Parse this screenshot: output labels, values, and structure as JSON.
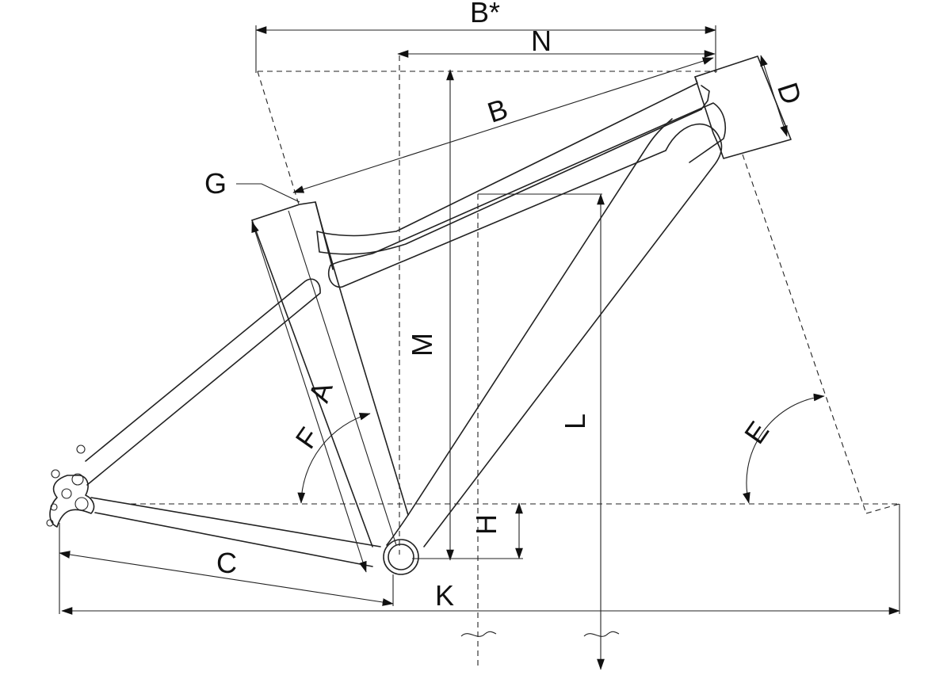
{
  "diagram": {
    "labels": {
      "b_star": "B*",
      "n": "N",
      "b": "B",
      "d": "D",
      "g": "G",
      "m": "M",
      "a": "A",
      "f": "F",
      "l": "L",
      "e": "E",
      "h": "H",
      "c": "C",
      "k": "K"
    },
    "colors": {
      "line": "#222222",
      "background": "#ffffff"
    }
  }
}
